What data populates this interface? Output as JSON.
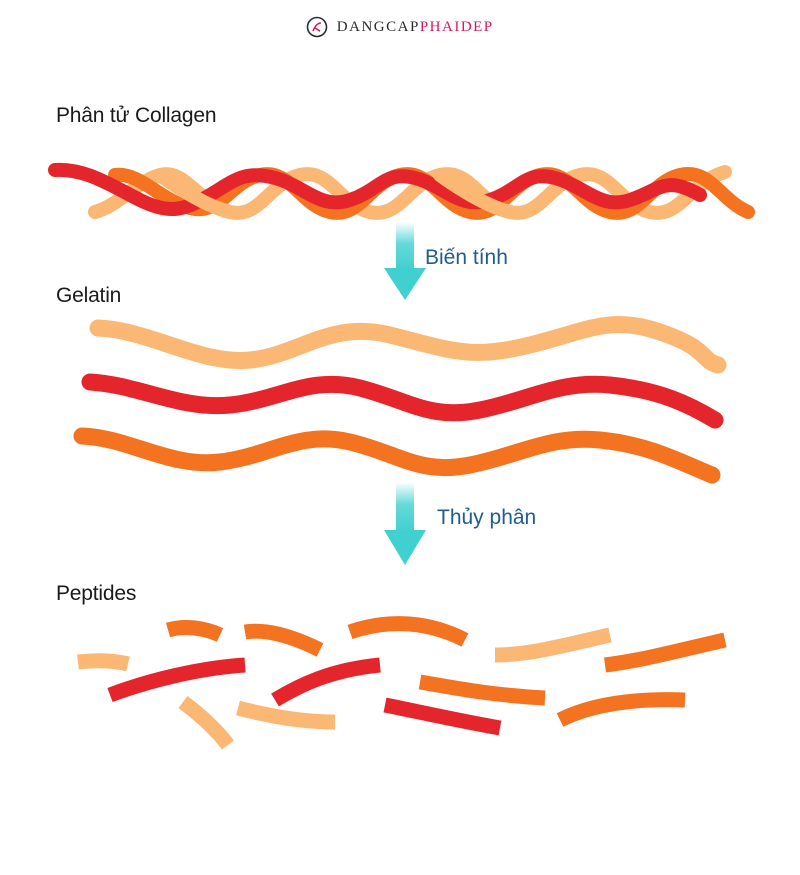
{
  "brand": {
    "name_part1": "DANGCAP",
    "name_part2": "PHAIDEP",
    "accent": "#d7185f"
  },
  "stages": {
    "collagen": "Phân tử Collagen",
    "gelatin": "Gelatin",
    "peptides": "Peptides"
  },
  "steps": {
    "denature": "Biến tính",
    "hydrolysis": "Thủy phân"
  },
  "colors": {
    "red": "#e4252b",
    "orange": "#f47320",
    "light": "#fbb774",
    "arrow": "#3fd0cf",
    "step_text": "#1f5c8f"
  }
}
